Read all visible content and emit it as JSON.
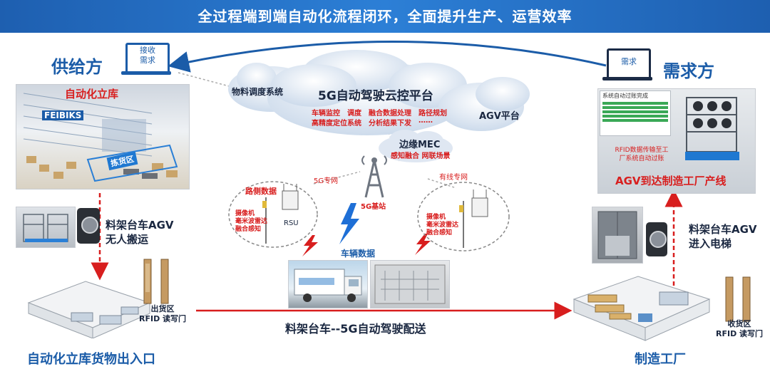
{
  "banner": "全过程端到端自动化流程闭环，全面提升生产、运营效率",
  "supplier": {
    "title": "供给方",
    "laptop_text": [
      "接收",
      "需求"
    ]
  },
  "demand": {
    "title": "需求方",
    "laptop_text": "需求"
  },
  "warehouse": {
    "label": "自动化立库",
    "pick_zone": "拣货区",
    "brand": "FEIBIKS"
  },
  "cloud": {
    "title": "5G自动驾驶云控平台",
    "left": "物料调度系统",
    "right": "AGV平台",
    "items_row1": [
      "车辆监控",
      "调度",
      "融合数据处理",
      "路径规划"
    ],
    "items_row2": [
      "高精度定位系统",
      "分析结果下发",
      "……"
    ]
  },
  "mec": {
    "title": "边缘MEC",
    "sub": "感知融合  网联场景"
  },
  "network": {
    "private_5g": "5G专网",
    "wired": "有线专网",
    "base_station": "5G基站",
    "vehicle_data": "车辆数据"
  },
  "roadside": {
    "title": "路侧数据",
    "rsu": "RSU",
    "items": [
      "摄像机",
      "毫米波雷达",
      "融合感知"
    ]
  },
  "roadside_right": {
    "items": [
      "摄像机",
      "毫米波雷达",
      "融合感知"
    ]
  },
  "left_agv": {
    "line1": "料架台车AGV",
    "line2": "无人搬运"
  },
  "right_agv": {
    "line1": "料架台车AGV",
    "line2": "进入电梯"
  },
  "shipping": {
    "line1": "出货区",
    "line2": "RFID 读写门"
  },
  "receiving": {
    "line1": "收货区",
    "line2": "RFID 读写门"
  },
  "delivery": "料架台车--5G自动驾驶配送",
  "warehouse_bottom": "自动化立库货物出入口",
  "factory": "制造工厂",
  "agv_arrival": {
    "caption": "AGV到达制造工厂产线",
    "screen_title": "系统自动过账完成",
    "note_line1": "RFID数据传输至工",
    "note_line2": "厂系统自动过账"
  },
  "colors": {
    "banner": "#1e5fb0",
    "title_blue": "#1b5ca8",
    "accent_red": "#d81e1e"
  }
}
